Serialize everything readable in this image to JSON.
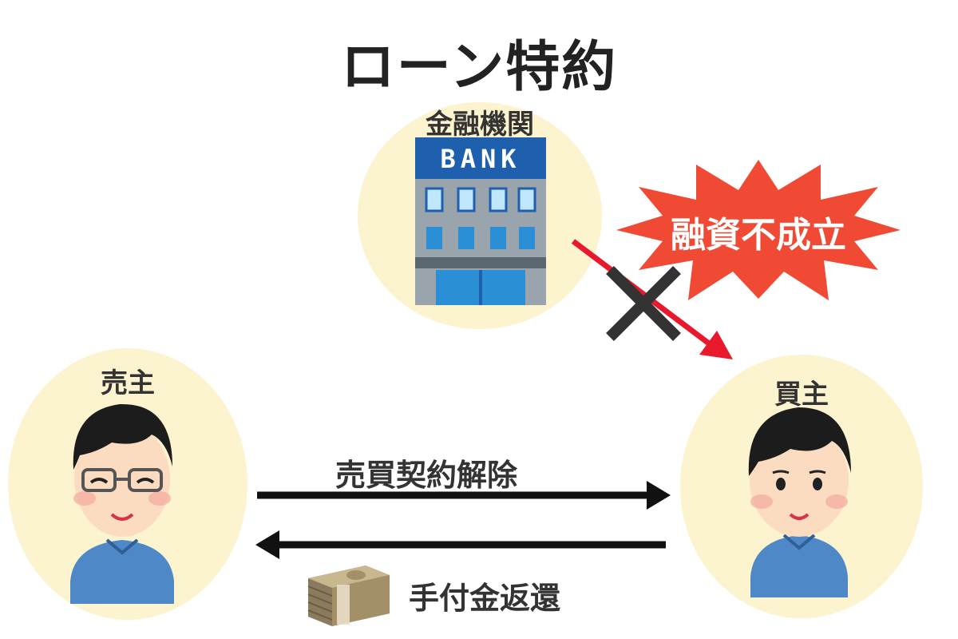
{
  "title": "ローン特約",
  "bank": {
    "label": "金融機関",
    "sign": "BANK"
  },
  "seller": {
    "label": "売主"
  },
  "buyer": {
    "label": "買主"
  },
  "burst": {
    "text": "融資不成立",
    "color": "#f04a35"
  },
  "arrows": {
    "contract_cancel": "売買契約解除",
    "deposit_return": "手付金返還"
  },
  "icons": [
    "bank-building-icon",
    "seller-person-icon",
    "buyer-person-icon",
    "money-stack-icon",
    "cross-icon"
  ],
  "colors": {
    "circle_bg": "#fcf3cf",
    "arrow_red": "#e8192c",
    "arrow_black": "#111111"
  }
}
